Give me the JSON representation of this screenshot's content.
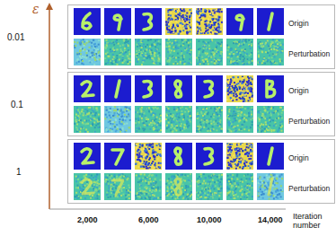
{
  "diagram": {
    "nodes": [
      {
        "text": [
          "Origin",
          "Perturbation"
        ]
      },
      {
        "text": [
          "Origin",
          "Perturbation"
        ]
      },
      {
        "text": [
          "Origin",
          "Perturbation"
        ]
      }
    ],
    "labels": [
      "ε",
      "0.01",
      "0.1",
      "1",
      "2,000",
      "6,000",
      "10,000",
      "14,000",
      "Iteration number"
    ]
  }
}
